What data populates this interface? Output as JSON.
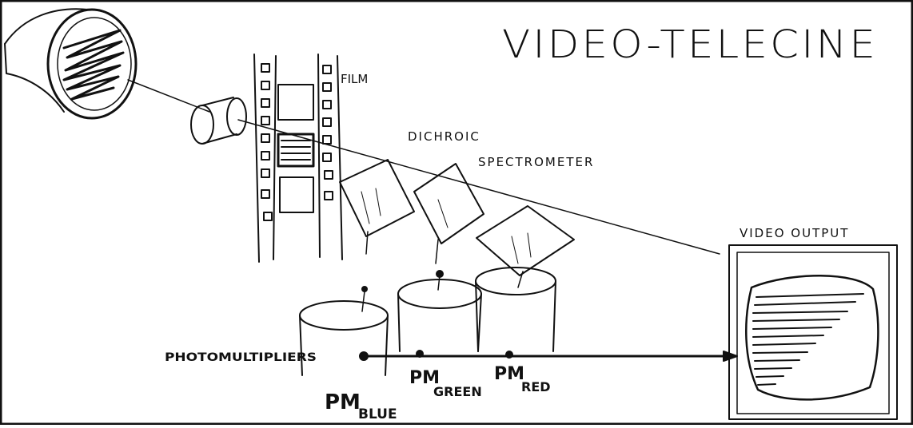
{
  "title": "VIDEO-TELECINE",
  "labels": {
    "film": "FILM",
    "dichroic_line1": "DICHROIC",
    "dichroic_line2": "SPECTROMETER",
    "video_output": "VIDEO OUTPUT",
    "photomultipliers": "PHOTOMULTIPLIERS"
  },
  "pm_labels": {
    "pm": "PM",
    "blue": "BLUE",
    "green": "GREEN",
    "red": "RED"
  },
  "colors": {
    "ink": "#111111",
    "paper": "#ffffff"
  }
}
